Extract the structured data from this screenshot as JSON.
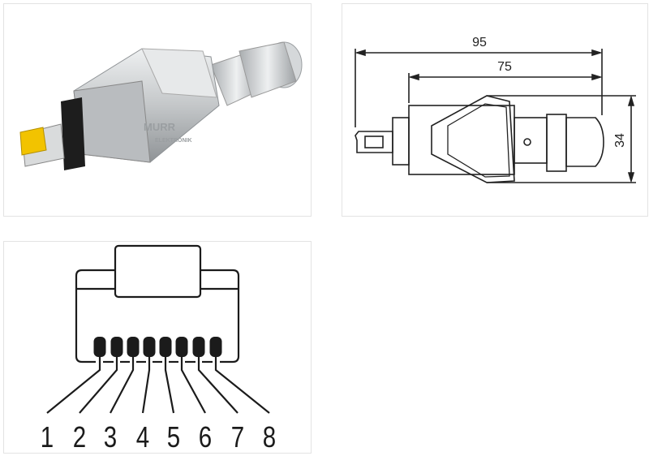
{
  "photo": {
    "brand_line1": "MURR",
    "brand_line2": "ELEKTRONIK"
  },
  "dimension_drawing": {
    "overall_length": "95",
    "body_length": "75",
    "height": "34"
  },
  "pinout": {
    "pins": [
      "1",
      "2",
      "3",
      "4",
      "5",
      "6",
      "7",
      "8"
    ]
  },
  "colors": {
    "latch_yellow": "#f2c300",
    "metal": "#c9cbcd",
    "insert_black": "#1d1d1d",
    "line": "#222222"
  }
}
